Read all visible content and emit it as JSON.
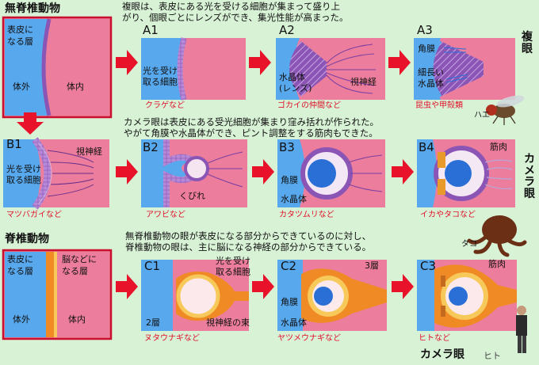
{
  "headers": {
    "invertebrate": "無脊椎動物",
    "vertebrate": "脊椎動物"
  },
  "desc": {
    "compound_line1": "複眼は、表皮にある光を受ける細胞が集まって盛り上",
    "compound_line2": "がり、個眼ごとにレンズができ、集光性能が高まった。",
    "camera_line1": "カメラ眼は表皮にある受光細胞が集まり窪み括れが作られた。",
    "camera_line2": "やがて角膜や水晶体ができ、ピント調整をする筋肉もできた。",
    "vert_line1": "無脊椎動物の眼が表皮になる部分からできているのに対し、",
    "vert_line2": "脊椎動物の眼は、主に脳になる神経の部分からできている。"
  },
  "side_labels": {
    "compound_eye": "複眼",
    "camera_eye_vertical": "カメラ眼",
    "camera_eye_bottom": "カメラ眼"
  },
  "panels": {
    "base_top": {
      "epidermis": "表皮に",
      "epidermis2": "なる層",
      "outside": "体外",
      "inside": "体内"
    },
    "a1": {
      "label": "A1",
      "cell1": "光を受け",
      "cell2": "取る細胞",
      "caption": "クラゲなど"
    },
    "a2": {
      "label": "A2",
      "lens1": "水晶体",
      "lens2": "(レンズ)",
      "nerve": "視神経",
      "caption": "ゴカイの仲間など"
    },
    "a3": {
      "label": "A3",
      "cornea": "角膜",
      "long1": "細長い",
      "long2": "水晶体",
      "caption": "昆虫や甲殻類",
      "fly": "ハエ"
    },
    "b1": {
      "label": "B1",
      "nerve": "視神経",
      "cell1": "光を受け",
      "cell2": "取る細胞",
      "caption": "マツバガイなど"
    },
    "b2": {
      "label": "B2",
      "neck": "くびれ",
      "caption": "アワビなど"
    },
    "b3": {
      "label": "B3",
      "cornea": "角膜",
      "lens": "水晶体",
      "caption": "カタツムリなど"
    },
    "b4": {
      "label": "B4",
      "muscle": "筋肉",
      "caption": "イカやタコなど",
      "octopus": "タコ"
    },
    "base_bottom": {
      "epidermis": "表皮に",
      "epidermis2": "なる層",
      "brain": "脳などに",
      "brain2": "なる層",
      "outside": "体外",
      "inside": "体内"
    },
    "c1": {
      "label": "C1",
      "cell1": "光を受け",
      "cell2": "取る細胞",
      "layer": "2層",
      "nerve": "視神経の束",
      "caption": "ヌタウナギなど"
    },
    "c2": {
      "label": "C2",
      "layer": "3層",
      "cornea": "角膜",
      "lens": "水晶体",
      "caption": "ヤツメウナギなど"
    },
    "c3": {
      "label": "C3",
      "muscle": "筋肉",
      "caption": "ヒトなど",
      "human": "ヒト"
    }
  },
  "colors": {
    "background": "#d8f2d6",
    "panel_pink": "#ec7d9c",
    "epidermis_blue": "#58a8ee",
    "cell_purple": "#8b55b5",
    "arrow_red": "#e8132b",
    "caption_red": "#e0102a",
    "lens_blue": "#2a6fd6"
  }
}
